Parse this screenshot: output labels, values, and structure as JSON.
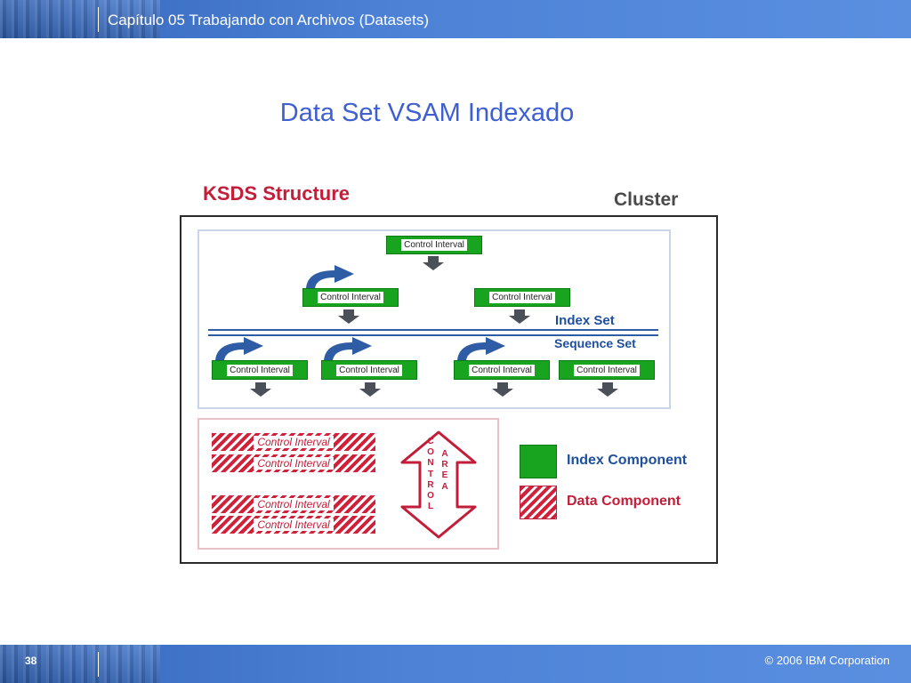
{
  "header": {
    "title": "Capítulo 05 Trabajando con Archivos (Datasets)"
  },
  "slide": {
    "title": "Data Set VSAM Indexado"
  },
  "diagram": {
    "ksds_title": "KSDS Structure",
    "cluster_label": "Cluster",
    "control_interval_label": "Control Interval",
    "index_set_label": "Index Set",
    "sequence_set_label": "Sequence Set",
    "control_area_left": "C\nO\nN\nT\nR\nO\nL",
    "control_area_right": "A\nR\nE\nA",
    "legend": {
      "index_component": "Index Component",
      "data_component": "Data Component"
    },
    "colors": {
      "index_green": "#18a41f",
      "data_red": "#d0203a",
      "arrow_blue": "#2f5da5"
    }
  },
  "footer": {
    "page_number": "38",
    "copyright": "© 2006 IBM Corporation"
  }
}
